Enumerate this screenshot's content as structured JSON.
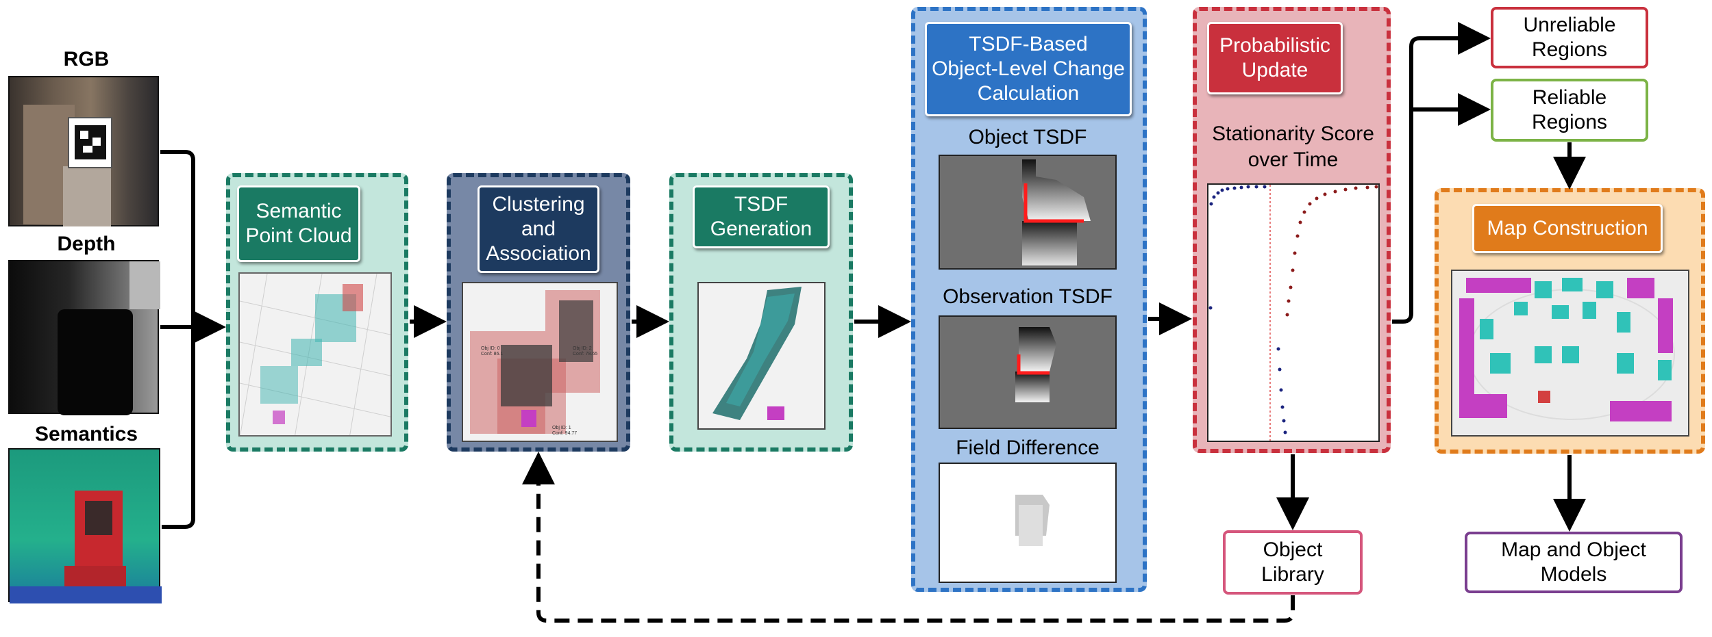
{
  "inputs": {
    "rgb_label": "RGB",
    "depth_label": "Depth",
    "semantics_label": "Semantics"
  },
  "stages": {
    "semantic_point_cloud": "Semantic\nPoint Cloud",
    "clustering": "Clustering\nand\nAssociation",
    "tsdf_generation": "TSDF\nGeneration",
    "tsdf_change": "TSDF-Based\nObject-Level Change\nCalculation",
    "probabilistic": "Probabilistic\nUpdate",
    "map_construction": "Map Construction"
  },
  "tsdf_panels": {
    "object_tsdf": "Object TSDF",
    "observation_tsdf": "Observation TSDF",
    "field_difference": "Field Difference"
  },
  "stationarity_title": "Stationarity Score\nover Time",
  "outputs": {
    "unreliable": "Unreliable\nRegions",
    "reliable": "Reliable\nRegions",
    "object_library": "Object\nLibrary",
    "map_models": "Map and Object\nModels"
  },
  "cluster_annotations": {
    "a": "Obj ID: 0\nConf: 86.1",
    "b": "Obj ID: 2\nConf: 78.65",
    "c": "Obj ID: 1\nConf: 94.77"
  },
  "colors": {
    "teal": "#1a7a63",
    "teal_fill": "#c3e6dc",
    "navy": "#1d3a5f",
    "navy_fill": "#7788a6",
    "blue": "#2d73c5",
    "blue_fill": "#a6c4e8",
    "red": "#c9303d",
    "red_fill": "#e8b4b9",
    "orange": "#e07b1b",
    "orange_fill": "#fcdcb2",
    "green": "#7cb346",
    "purple": "#7a3e8f",
    "pink": "#d5567c"
  }
}
